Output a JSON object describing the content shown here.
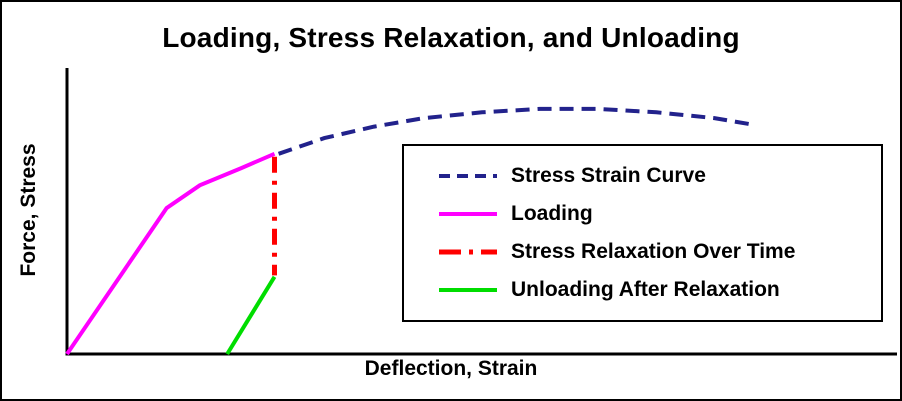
{
  "chart_data": {
    "type": "line",
    "title": "Loading, Stress Relaxation, and Unloading",
    "xlabel": "Deflection, Strain",
    "ylabel": "Force, Stress",
    "xlim": [
      0,
      10
    ],
    "ylim": [
      0,
      10
    ],
    "grid": false,
    "tick_labels": "none",
    "legend_position": "center-right-boxed",
    "axis_color": "#000000",
    "background_color": "#ffffff",
    "series": [
      {
        "name": "Stress Strain Curve",
        "type": "line",
        "style": "dashed",
        "color": "#22228C",
        "width": 4,
        "points": [
          [
            2.55,
            7.0
          ],
          [
            3.1,
            7.55
          ],
          [
            3.7,
            7.95
          ],
          [
            4.3,
            8.25
          ],
          [
            5.0,
            8.45
          ],
          [
            5.7,
            8.57
          ],
          [
            6.4,
            8.57
          ],
          [
            7.1,
            8.45
          ],
          [
            7.8,
            8.25
          ],
          [
            8.3,
            8.0
          ]
        ]
      },
      {
        "name": "Loading",
        "type": "line",
        "style": "solid",
        "color": "#FF00FF",
        "width": 4,
        "points": [
          [
            0,
            0
          ],
          [
            1.2,
            5.1
          ],
          [
            1.6,
            5.9
          ],
          [
            2.1,
            6.5
          ],
          [
            2.5,
            7.0
          ]
        ]
      },
      {
        "name": "Stress Relaxation Over Time",
        "type": "line",
        "style": "dashdot",
        "color": "#FF0000",
        "width": 5,
        "points": [
          [
            2.5,
            6.9
          ],
          [
            2.5,
            2.75
          ]
        ]
      },
      {
        "name": "Unloading After Relaxation",
        "type": "line",
        "style": "solid",
        "color": "#00DD00",
        "width": 4,
        "points": [
          [
            2.5,
            2.7
          ],
          [
            1.93,
            0
          ]
        ]
      }
    ]
  }
}
